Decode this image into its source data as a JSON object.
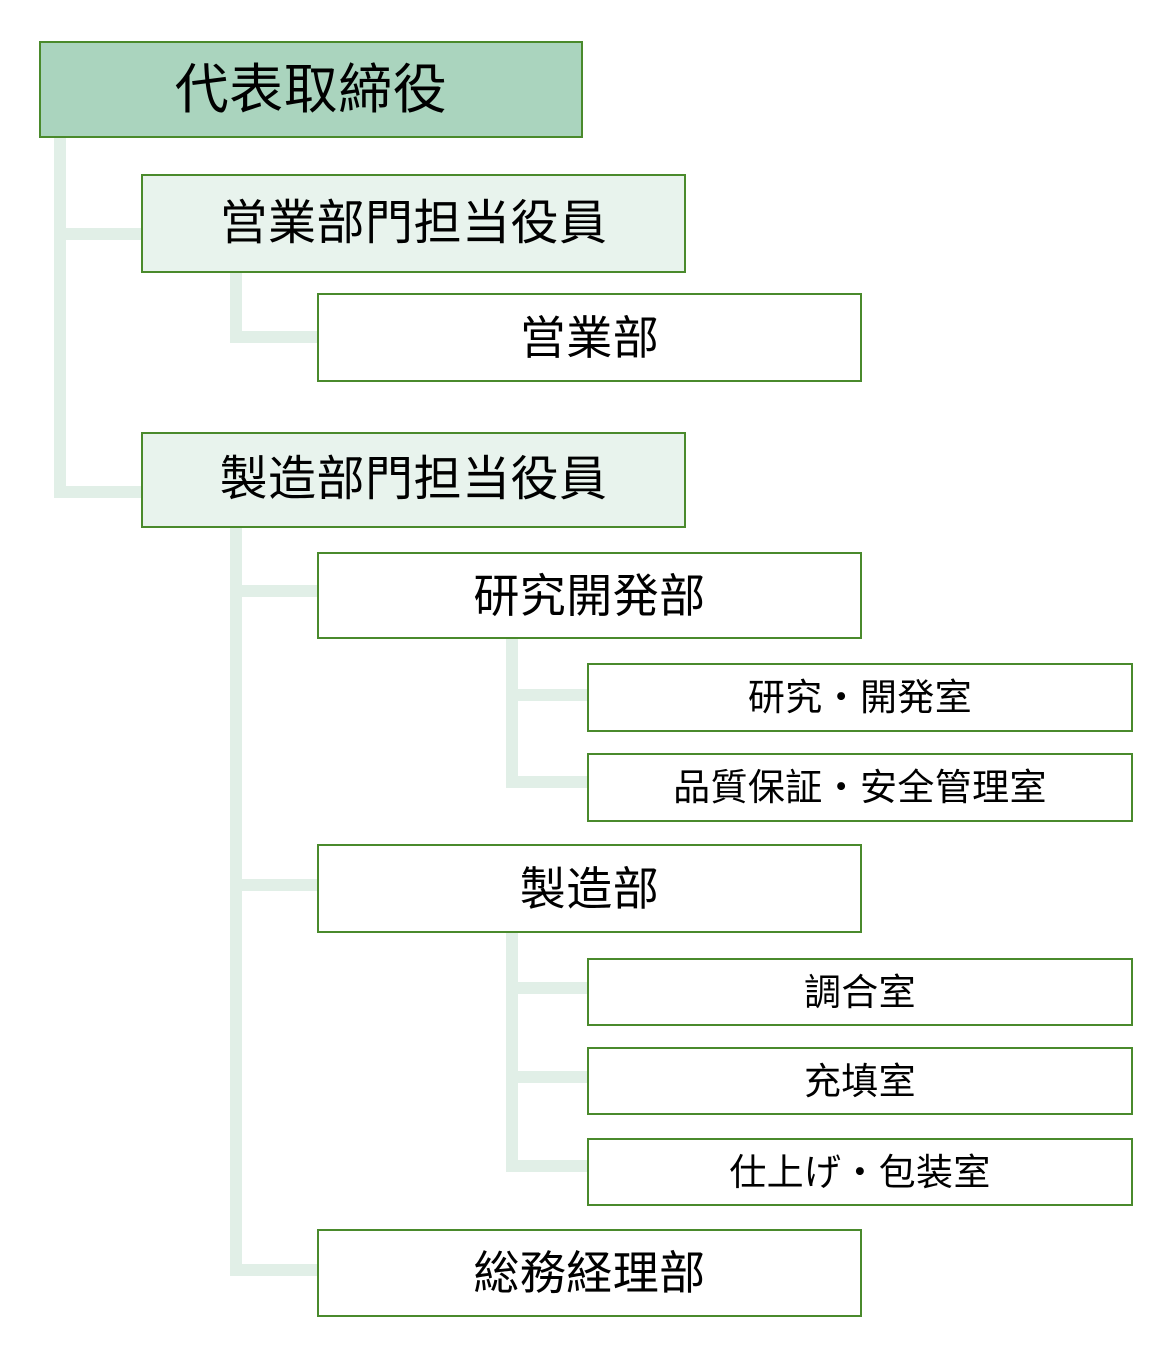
{
  "diagram": {
    "type": "org-chart",
    "language": "ja",
    "nodes": [
      {
        "id": "ceo",
        "label": "代表取締役",
        "level": 1,
        "parent": null
      },
      {
        "id": "sales-exec",
        "label": "営業部門担当役員",
        "level": 2,
        "parent": "ceo"
      },
      {
        "id": "sales-dept",
        "label": "営業部",
        "level": 3,
        "parent": "sales-exec"
      },
      {
        "id": "mfg-exec",
        "label": "製造部門担当役員",
        "level": 2,
        "parent": "ceo"
      },
      {
        "id": "rd-dept",
        "label": "研究開発部",
        "level": 3,
        "parent": "mfg-exec"
      },
      {
        "id": "rd-office",
        "label": "研究・開発室",
        "level": 4,
        "parent": "rd-dept"
      },
      {
        "id": "qa-safety-office",
        "label": "品質保証・安全管理室",
        "level": 4,
        "parent": "rd-dept"
      },
      {
        "id": "mfg-dept",
        "label": "製造部",
        "level": 3,
        "parent": "mfg-exec"
      },
      {
        "id": "compounding-room",
        "label": "調合室",
        "level": 4,
        "parent": "mfg-dept"
      },
      {
        "id": "filling-room",
        "label": "充填室",
        "level": 4,
        "parent": "mfg-dept"
      },
      {
        "id": "finishing-packaging-room",
        "label": "仕上げ・包装室",
        "level": 4,
        "parent": "mfg-dept"
      },
      {
        "id": "general-affairs-accounting-dept",
        "label": "総務経理部",
        "level": 3,
        "parent": "mfg-exec"
      }
    ],
    "colors": {
      "level1_fill": "#aad4be",
      "level2_fill": "#e8f3ed",
      "leaf_fill": "#ffffff",
      "border": "#4a8a2c",
      "connector": "#e1efe7",
      "text": "#000000",
      "background": "#ffffff"
    }
  }
}
